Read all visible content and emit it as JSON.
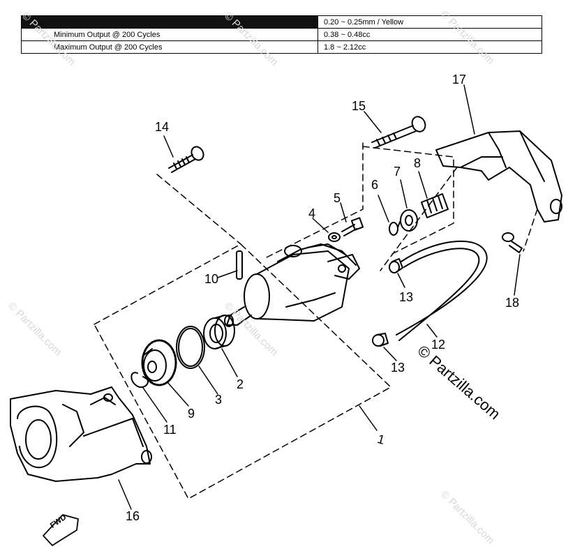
{
  "spec_table": {
    "rows": [
      {
        "label": "",
        "value": "0.20 ~ 0.25mm / Yellow"
      },
      {
        "label": "Minimum Output @ 200 Cycles",
        "value": "0.38 ~ 0.48cc"
      },
      {
        "label": "Maximum Output @ 200 Cycles",
        "value": "1.8 ~ 2.12cc"
      }
    ]
  },
  "watermark": "© Partzilla.com",
  "fwd_label": "FWD",
  "callouts": [
    "1",
    "2",
    "3",
    "4",
    "5",
    "6",
    "7",
    "8",
    "9",
    "10",
    "11",
    "12",
    "13",
    "13",
    "14",
    "15",
    "16",
    "17",
    "18"
  ]
}
